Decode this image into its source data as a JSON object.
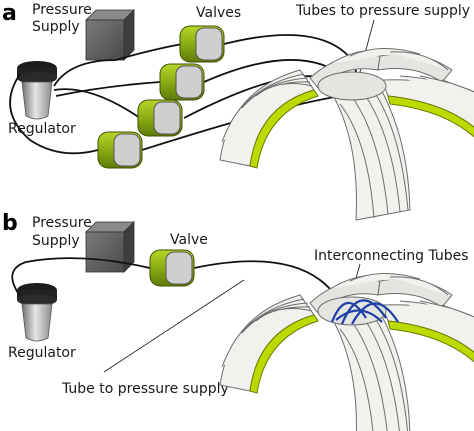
{
  "panel_a": {
    "letter": "a",
    "pressure_supply": [
      "Pressure",
      "Supply"
    ],
    "valves": "Valves",
    "regulator": "Regulator",
    "tubes": "Tubes to pressure supply"
  },
  "panel_b": {
    "letter": "b",
    "pressure_supply": [
      "Pressure",
      "Supply"
    ],
    "valve": "Valve",
    "regulator": "Regulator",
    "interconnecting": "Interconnecting Tubes",
    "tube": "Tube to pressure supply"
  },
  "colors": {
    "valve_green": "#8aab14",
    "valve_face": "#c9c9c9",
    "actuator_body": "#f1f1ee",
    "actuator_accent": "#bcd900",
    "interconnect": "#1e3fa8",
    "supply_box": "#5a5a5a"
  }
}
